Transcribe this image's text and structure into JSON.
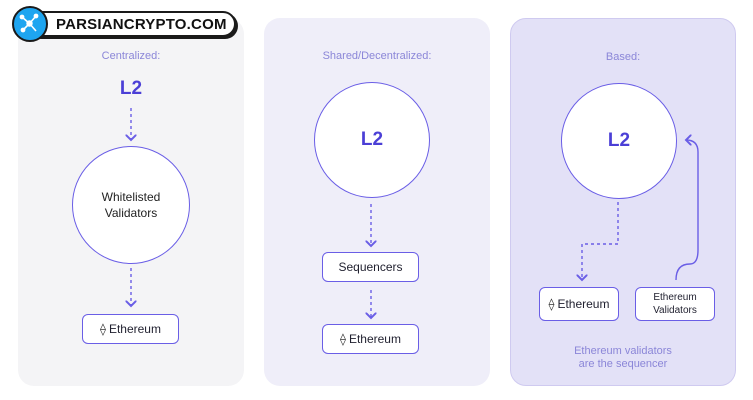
{
  "logo": {
    "text": "PARSIANCRYPTO.COM"
  },
  "centralized": {
    "label": "Centralized:",
    "top": "L2",
    "circle": "Whitelisted\nValidators",
    "bottom": "Ethereum"
  },
  "shared": {
    "label": "Shared/Decentralized:",
    "circle": "L2",
    "middle": "Sequencers",
    "bottom": "Ethereum"
  },
  "based": {
    "label": "Based:",
    "circle": "L2",
    "left_box": "Ethereum",
    "right_box": "Ethereum\nValidators",
    "note": "Ethereum validators\nare the sequencer"
  },
  "colors": {
    "accent": "#6a5ee6",
    "label": "#8b86d8",
    "l2": "#4b3fd6"
  },
  "icons": {
    "ethereum": "ethereum-icon"
  }
}
